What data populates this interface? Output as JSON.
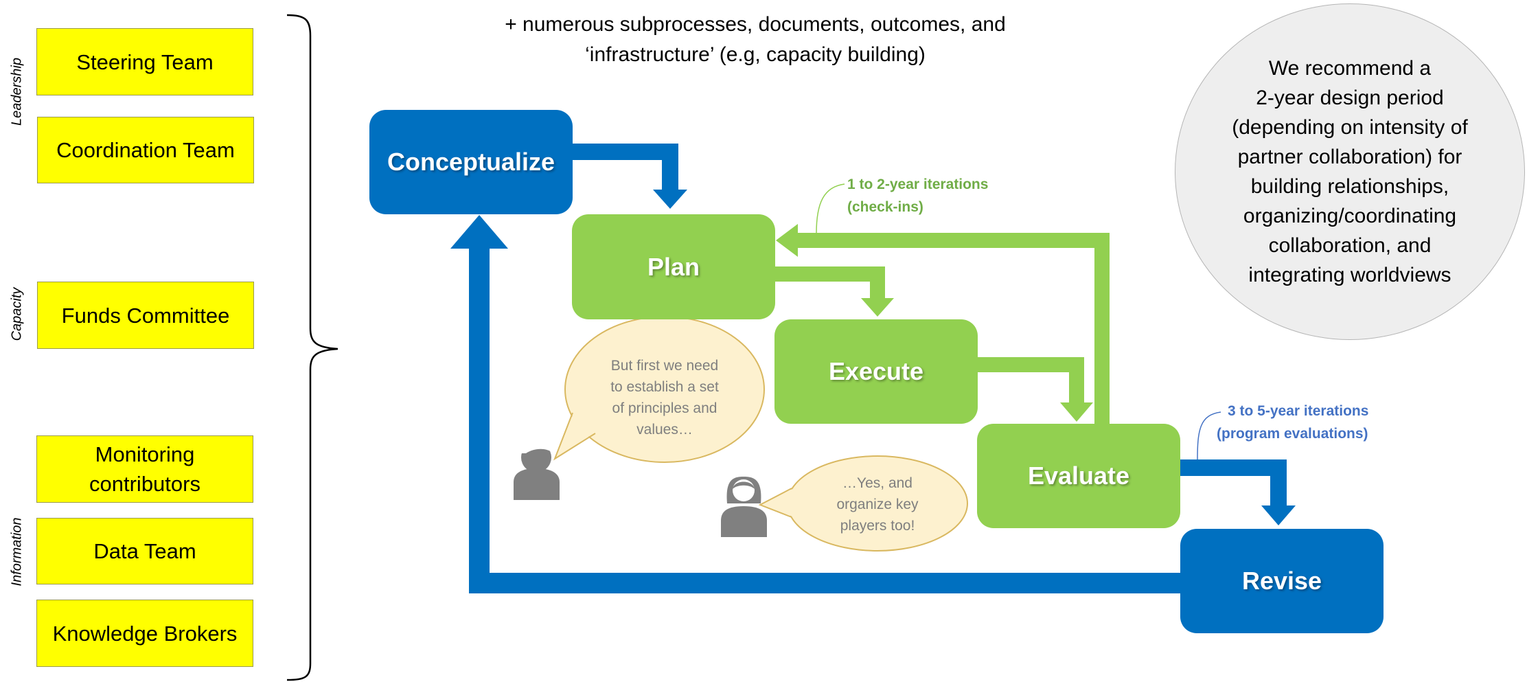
{
  "top_note": {
    "line1": "+ numerous subprocesses, documents, outcomes, and",
    "line2": "‘infrastructure’ (e.g, capacity building)"
  },
  "side_labels": {
    "leadership": "Leadership",
    "capacity": "Capacity",
    "information": "Information"
  },
  "teams": {
    "steering": "Steering Team",
    "coordination": "Coordination Team",
    "funds": "Funds Committee",
    "monitoring_line1": "Monitoring",
    "monitoring_line2": "contributors",
    "data": "Data Team",
    "knowledge": "Knowledge Brokers"
  },
  "steps": {
    "conceptualize": "Conceptualize",
    "plan": "Plan",
    "execute": "Execute",
    "evaluate": "Evaluate",
    "revise": "Revise"
  },
  "iterations": {
    "short_line1": "1 to 2-year iterations",
    "short_line2": "(check-ins)",
    "long_line1": "3 to 5-year iterations",
    "long_line2": "(program evaluations)"
  },
  "bubbles": {
    "first_line1": "But first we need",
    "first_line2": "to establish a set",
    "first_line3": "of principles and",
    "first_line4": "values…",
    "second_line1": "…Yes, and",
    "second_line2": "organize key",
    "second_line3": "players too!"
  },
  "recommendation": {
    "line1": "We recommend a",
    "line2": "2-year design period",
    "line3": "(depending on intensity of",
    "line4": "partner collaboration) for",
    "line5": "building relationships,",
    "line6": "organizing/coordinating",
    "line7": "collaboration, and",
    "line8": "integrating worldviews"
  },
  "colors": {
    "blue": "#0070c0",
    "green": "#92d050",
    "team_box": "#ffff00",
    "bubble": "#fdf1cf",
    "short_iteration_text": "#70ad47",
    "long_iteration_text": "#4472c4"
  }
}
